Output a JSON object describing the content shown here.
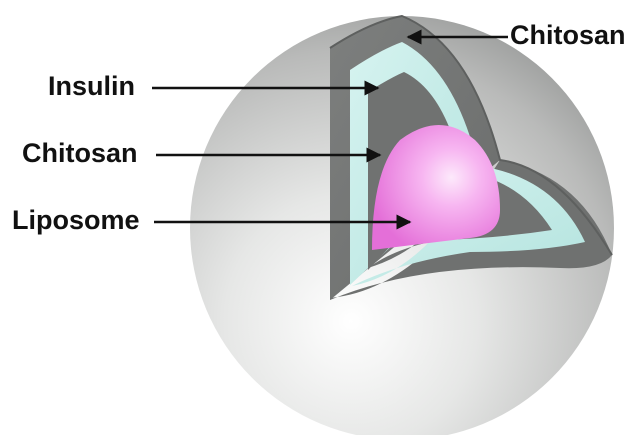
{
  "labels": {
    "chitosan_outer": "Chitosan",
    "insulin": "Insulin",
    "chitosan_inner": "Chitosan",
    "liposome": "Liposome"
  },
  "colors": {
    "outer_shell": "#9a9c9b",
    "insulin_layer": "#bfe8e4",
    "inner_chitosan": "#707271",
    "liposome_core": "#f08ee8",
    "arrow": "#111111"
  }
}
